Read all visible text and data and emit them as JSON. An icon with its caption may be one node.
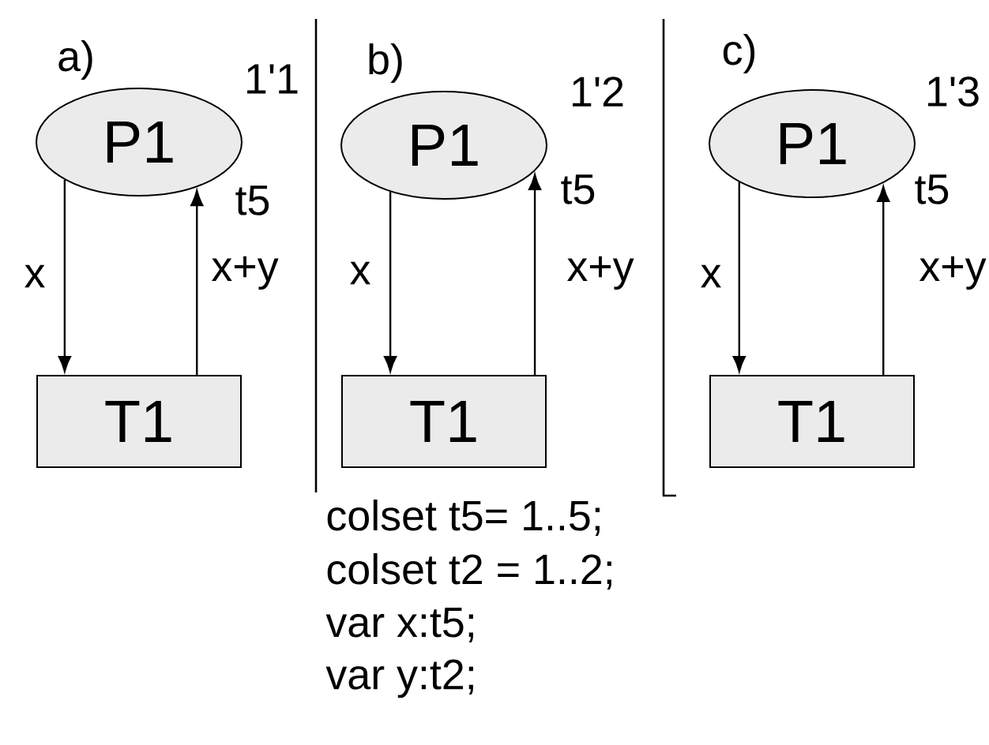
{
  "diagram": {
    "nodes": [
      {
        "text": [
          "P1"
        ],
        "beside": [
          "1'1",
          "t5"
        ]
      },
      {
        "text": [
          "T1"
        ]
      },
      {
        "text": [
          "P1"
        ],
        "beside": [
          "1'2",
          "t5"
        ]
      },
      {
        "text": [
          "T1"
        ]
      },
      {
        "text": [
          "P1"
        ],
        "beside": [
          "1'3",
          "t5"
        ]
      },
      {
        "text": [
          "T1"
        ]
      }
    ],
    "edges": [
      {
        "from": 0,
        "to": 1,
        "arrow": "to",
        "label": "x"
      },
      {
        "from": 1,
        "to": 0,
        "arrow": "to",
        "label": "x+y"
      },
      {
        "from": 2,
        "to": 3,
        "arrow": "to",
        "label": "x"
      },
      {
        "from": 3,
        "to": 2,
        "arrow": "to",
        "label": "x+y"
      },
      {
        "from": 4,
        "to": 5,
        "arrow": "to",
        "label": "x"
      },
      {
        "from": 5,
        "to": 4,
        "arrow": "to",
        "label": "x+y"
      }
    ],
    "labels": [
      "a)",
      "b)",
      "c)",
      "colset t5= 1..5;",
      "colset t2 = 1..2;",
      "var x:t5;",
      "var y:t2;"
    ]
  }
}
